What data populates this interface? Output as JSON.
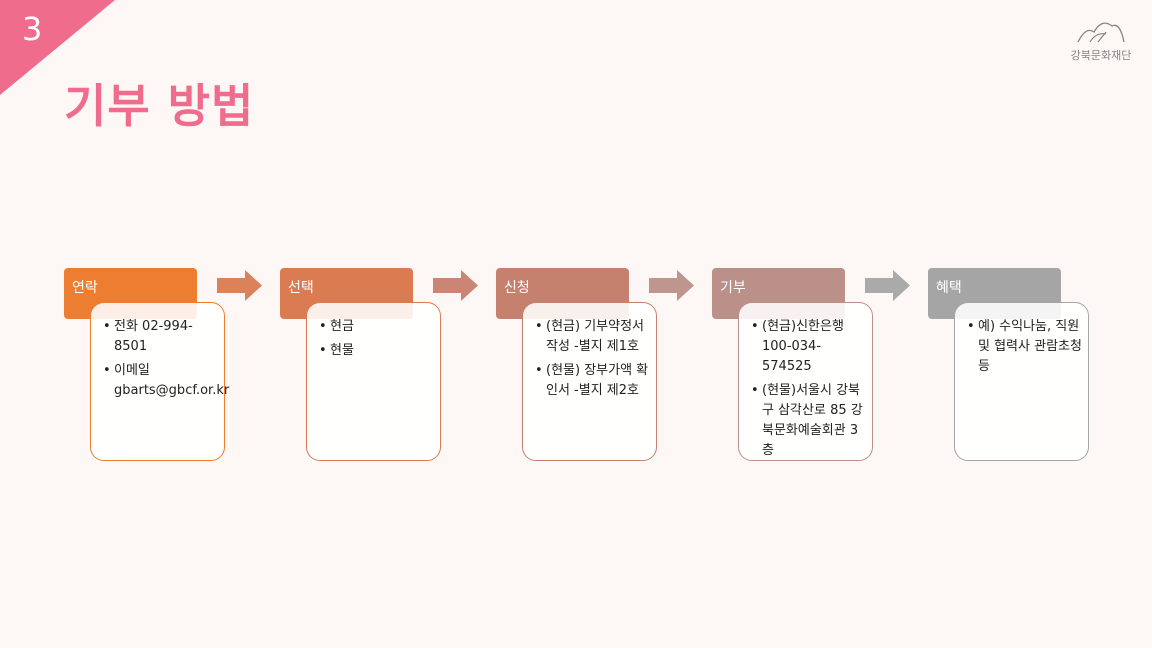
{
  "slide": {
    "number": "3",
    "title": "기부 방법",
    "logo_text": "강북문화재단"
  },
  "steps": [
    {
      "label": "연락",
      "color": "#ED7D31",
      "items": [
        "전화 02-994-8501",
        "이메일 gbarts@gbcf.or.kr"
      ]
    },
    {
      "label": "선택",
      "color": "#DA7B52",
      "items": [
        "현금",
        "현물"
      ]
    },
    {
      "label": "신청",
      "color": "#C6806E",
      "items": [
        "(현금) 기부약정서 작성 -별지 제1호",
        "(현물) 장부가액 확인서 -별지 제2호"
      ]
    },
    {
      "label": "기부",
      "color": "#BA9088",
      "items": [
        "(현금)신한은행 100-034-574525",
        "(현물)서울시 강북구 삼각산로 85 강북문화예술회관 3층"
      ]
    },
    {
      "label": "혜택",
      "color": "#A5A5A5",
      "items": [
        "예) 수익나눔, 직원 및 협력사 관람초청 등"
      ]
    }
  ]
}
